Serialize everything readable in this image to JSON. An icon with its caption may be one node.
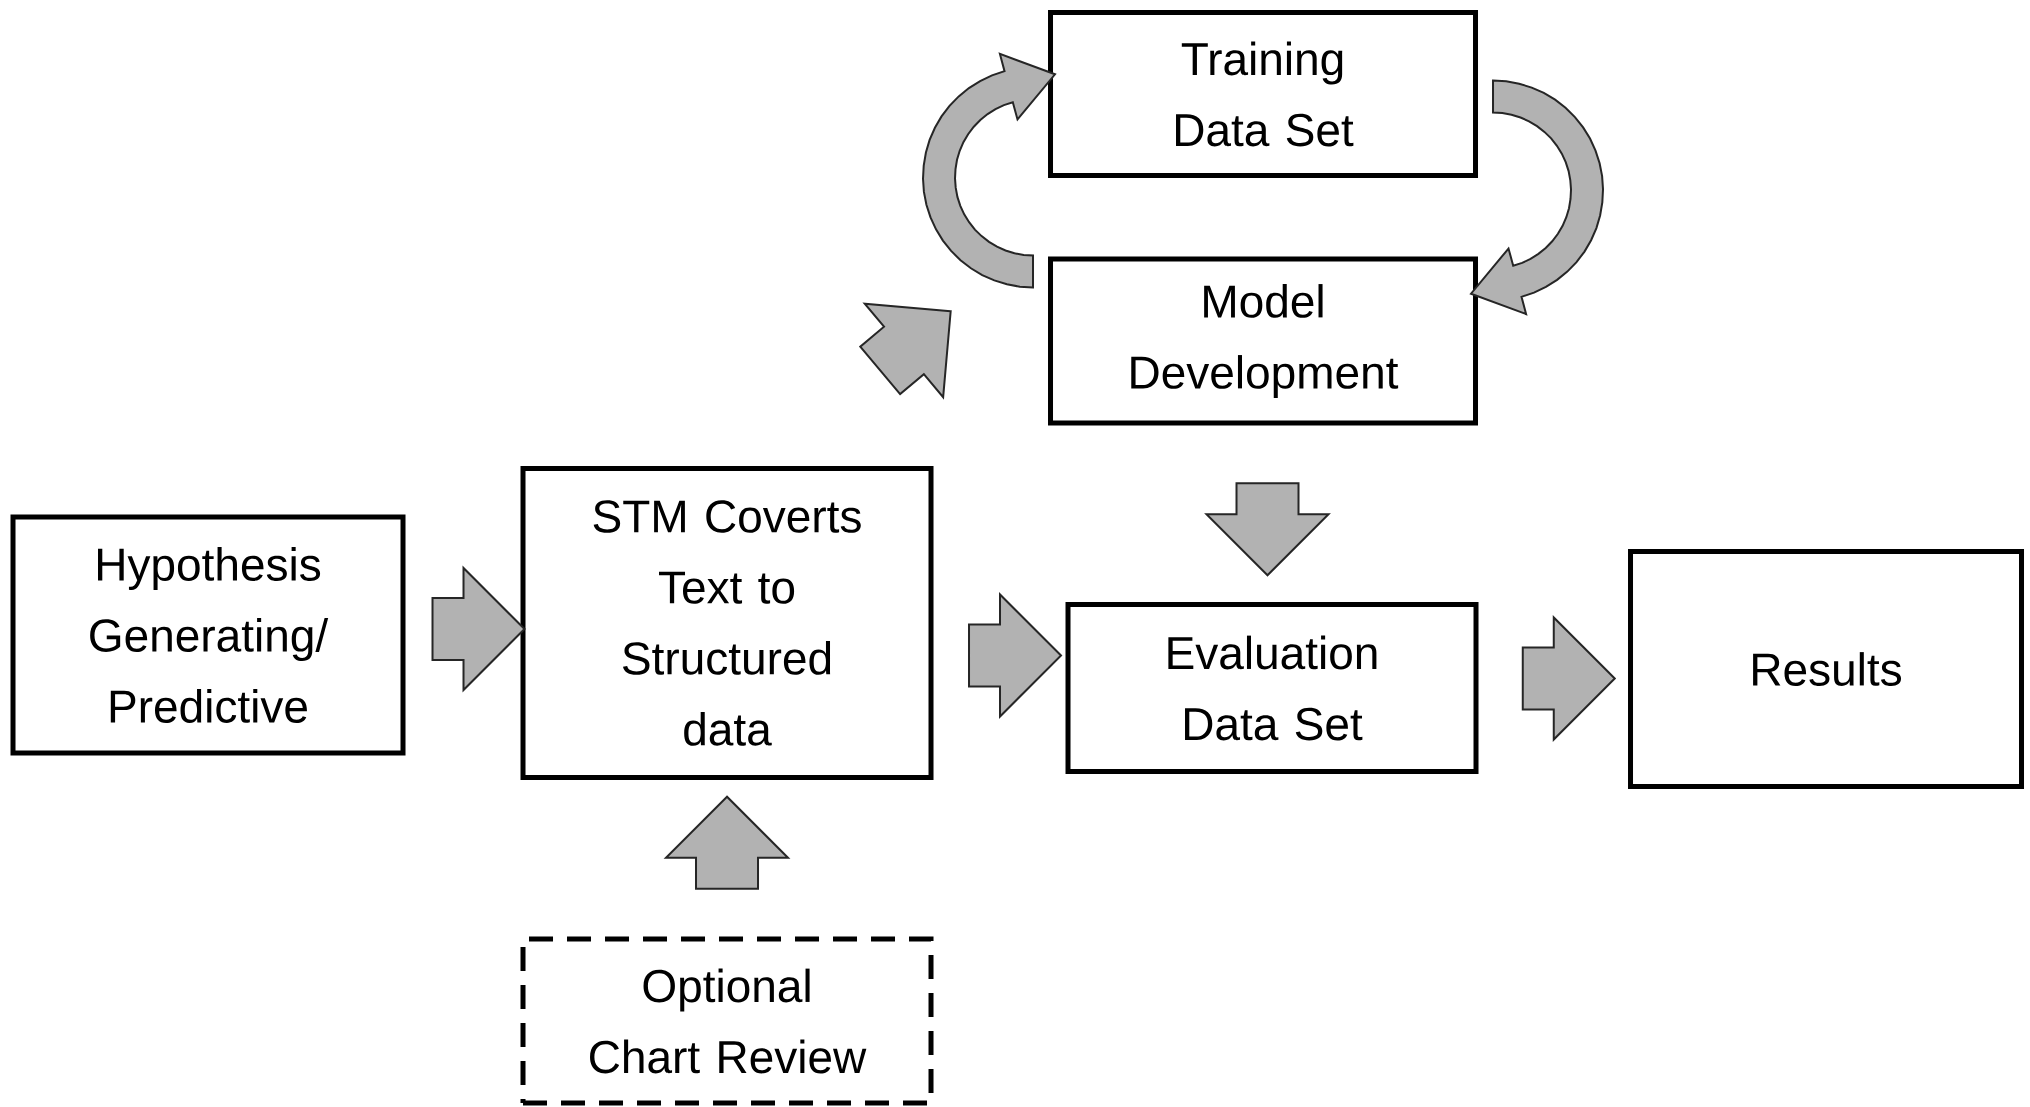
{
  "diagram": {
    "nodes": [
      {
        "text": [
          "Hypothesis Generating/ Predictive"
        ]
      },
      {
        "text": [
          "STM Coverts Text to Structured data"
        ]
      },
      {
        "text": [
          "Training Data Set"
        ]
      },
      {
        "text": [
          "Model Development"
        ]
      },
      {
        "text": [
          "Evaluation Data Set"
        ]
      },
      {
        "text": [
          "Results"
        ]
      },
      {
        "text": [
          "Optional Chart Review"
        ]
      }
    ],
    "edges": [
      {
        "from": 0,
        "to": 1,
        "arrow": "to"
      },
      {
        "from": 6,
        "to": 1,
        "arrow": "to"
      },
      {
        "from": 1,
        "to": 3,
        "arrow": "to"
      },
      {
        "from": 3,
        "to": 2,
        "arrow": "to"
      },
      {
        "from": 2,
        "to": 3,
        "arrow": "to"
      },
      {
        "from": 3,
        "to": 4,
        "arrow": "to"
      },
      {
        "from": 1,
        "to": 4,
        "arrow": "to"
      },
      {
        "from": 4,
        "to": 5,
        "arrow": "to"
      }
    ]
  }
}
